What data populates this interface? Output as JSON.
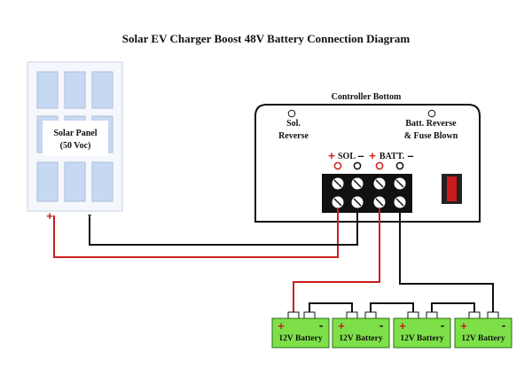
{
  "title": "Solar EV Charger Boost 48V Battery Connection Diagram",
  "solar_panel": {
    "label_line1": "Solar Panel",
    "label_line2": "(50 Voc)",
    "plus": "+",
    "minus": "-"
  },
  "controller": {
    "title": "Controller Bottom",
    "sol_reverse_line1": "Sol.",
    "sol_reverse_line2": "Reverse",
    "batt_reverse_line1": "Batt. Reverse",
    "batt_reverse_line2": "& Fuse Blown",
    "sol_plus": "+",
    "sol_label": "SOL",
    "sol_minus": "–",
    "batt_plus": "+",
    "batt_label": "BATT.",
    "batt_minus": "–"
  },
  "batteries": [
    {
      "label": "12V Battery",
      "plus": "+",
      "minus": "-"
    },
    {
      "label": "12V Battery",
      "plus": "+",
      "minus": "-"
    },
    {
      "label": "12V Battery",
      "plus": "+",
      "minus": "-"
    },
    {
      "label": "12V Battery",
      "plus": "+",
      "minus": "-"
    }
  ],
  "colors": {
    "positive_wire": "#cc1f1f",
    "negative_wire": "#111111",
    "battery_fill": "#7ee048",
    "panel_cell": "#c7d9f2",
    "switch_red": "#cc1a1a"
  }
}
